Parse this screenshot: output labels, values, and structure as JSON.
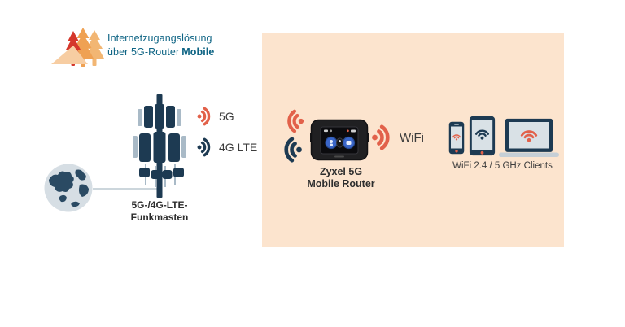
{
  "colors": {
    "teal": "#0e6484",
    "navy": "#1d3a52",
    "accent-orange": "#e2614a",
    "panel": "#fce4ce",
    "panel-light": "#a9bac7",
    "label-dark": "#2e2e2e",
    "text-gray": "#3c3c3c",
    "tree-red": "#d5372b",
    "tree-orange": "#efa153",
    "tree-light": "#f2b673",
    "mountain": "#f7cda2",
    "globe-sea": "#d6dee4",
    "globe-land": "#2a4a63",
    "screen-light": "#d9e1e6",
    "laptop-base": "#c6cfd6",
    "line-gray": "#ccd6dc"
  },
  "header": {
    "line1": "Internetzugangslösung",
    "line2_regular": "über 5G-Router",
    "line2_bold": "Mobile"
  },
  "tower": {
    "signal_5g": "5G",
    "signal_4g": "4G LTE",
    "label_line1": "5G-/4G-LTE-",
    "label_line2": "Funkmasten"
  },
  "router": {
    "label_line1": "Zyxel 5G",
    "label_line2": "Mobile Router",
    "wifi_label": "WiFi"
  },
  "clients": {
    "label": "WiFi 2.4 / 5 GHz Clients"
  },
  "icons": {
    "logo": "forest-logo-icon",
    "tower": "cell-tower-icon",
    "globe": "globe-icon",
    "signal": "radio-signal-icon",
    "wifi": "wifi-icon",
    "router": "mobile-router-icon",
    "devices": [
      "smartphone-icon",
      "tablet-icon",
      "laptop-icon"
    ]
  }
}
